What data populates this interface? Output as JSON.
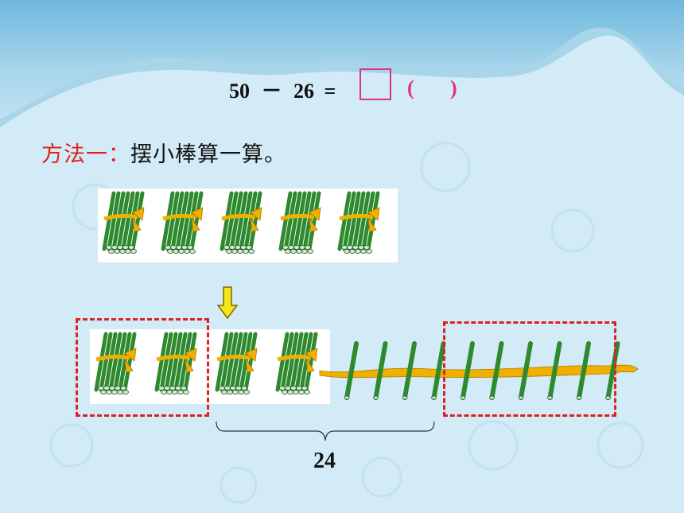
{
  "equation": {
    "left": "50",
    "operator": "－",
    "right": "26",
    "equals": "=",
    "paren_open": "(",
    "paren_close": ")"
  },
  "method": {
    "label": "方法一：",
    "text": "摆小棒算一算。"
  },
  "top_row": {
    "bundles": 5
  },
  "bottom_row": {
    "bundles": 4,
    "loose_sticks": 10
  },
  "brace_value": "24",
  "colors": {
    "sky": "#cfe8f4",
    "sea": "#8ec9e6",
    "stick": "#2f8a2f",
    "tie": "#f0b000",
    "arrow": "#f7e51b",
    "dashed_box": "#e02020",
    "method_label": "#e02020",
    "answer_box": "#e0308a"
  }
}
